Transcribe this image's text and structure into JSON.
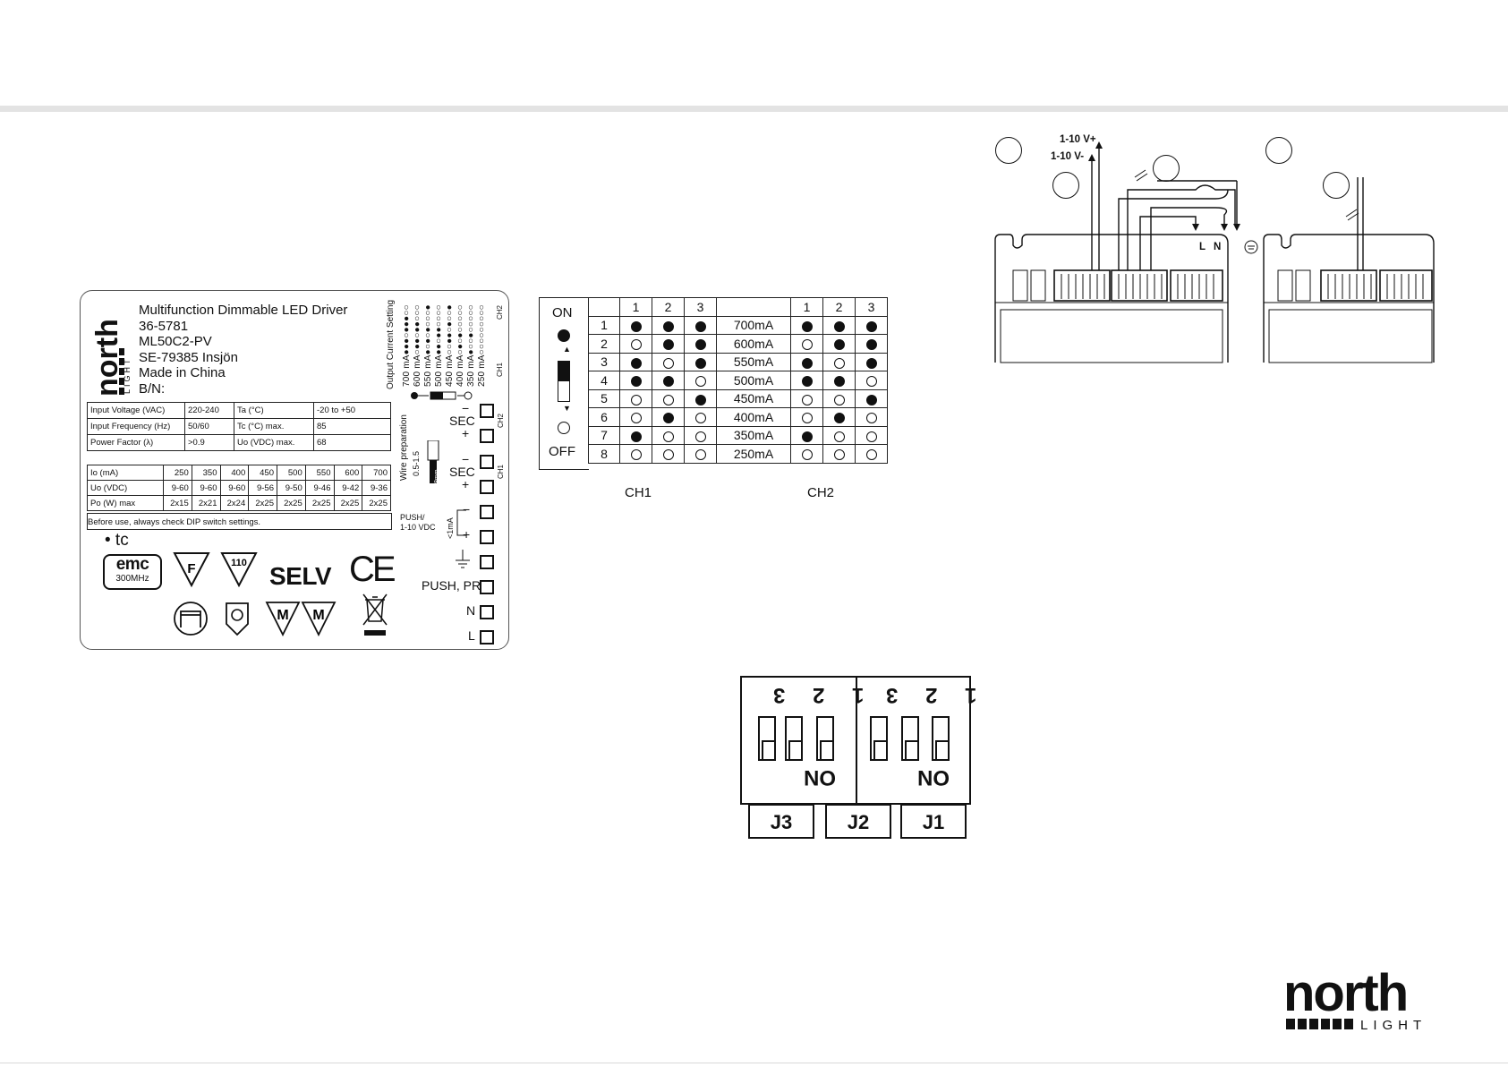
{
  "label": {
    "product_lines": [
      "Multifunction Dimmable LED Driver",
      "36-5781",
      "ML50C2-PV",
      "SE-79385 Insjön",
      "Made in China",
      "B/N:"
    ],
    "brand": "north",
    "brand_sub": "LIGHT",
    "spec_table": [
      [
        "Input Voltage (VAC)",
        "220-240",
        "Ta (°C)",
        "-20 to +50"
      ],
      [
        "Input Frequency (Hz)",
        "50/60",
        "Tc (°C) max.",
        "85"
      ],
      [
        "Power Factor (λ)",
        ">0.9",
        "Uo (VDC) max.",
        "68"
      ]
    ],
    "output_table": {
      "rows": [
        [
          "Io (mA)",
          "250",
          "350",
          "400",
          "450",
          "500",
          "550",
          "600",
          "700"
        ],
        [
          "Uo (VDC)",
          "9-60",
          "9-60",
          "9-60",
          "9-56",
          "9-50",
          "9-46",
          "9-42",
          "9-36"
        ],
        [
          "Po (W) max",
          "2x15",
          "2x21",
          "2x24",
          "2x25",
          "2x25",
          "2x25",
          "2x25",
          "2x25"
        ]
      ]
    },
    "note": "Before use, always check DIP switch settings.",
    "tc": "• tc",
    "emc_top": "emc",
    "emc_bottom": "300MHz",
    "selv": "SELV",
    "ce": "CE",
    "symbol_f": "F",
    "symbol_110": "110",
    "symbol_m": "M",
    "output_current_title": "Output Current Setting",
    "current_rows": [
      {
        "pattern": "●●●○●●●○○",
        "label": "700 mA"
      },
      {
        "pattern": "○●●○●●○○○",
        "label": "600 mA"
      },
      {
        "pattern": "●○●○●○○○●",
        "label": "550 mA"
      },
      {
        "pattern": "●●○●●○○○○",
        "label": "500 mA"
      },
      {
        "pattern": "○○●●○●○○●",
        "label": "450 mA"
      },
      {
        "pattern": "○●○●○○○○○",
        "label": "400 mA"
      },
      {
        "pattern": "●○○●○○○○○",
        "label": "350 mA"
      },
      {
        "pattern": "○○○○○○○○○",
        "label": "250 mA"
      }
    ],
    "ch_labels": {
      "ch2": "CH2",
      "ch1": "CH1",
      "idx": "1 2 3"
    },
    "wire_prep": "Wire preparation",
    "wire_size": "0.5-1.5",
    "strip_len": "8mm",
    "terminals": {
      "sec": "SEC",
      "minus": "−",
      "plus": "+",
      "push_1_10": "PUSH/\n1-10 VDC",
      "lt1ma": "<1mA",
      "push_pr": "PUSH, PR",
      "n": "N",
      "l": "L",
      "ch2": "CH2",
      "ch1": "CH1"
    }
  },
  "dip": {
    "on_label": "ON",
    "off_label": "OFF",
    "col_headers": [
      "1",
      "2",
      "3"
    ],
    "rows": [
      {
        "n": "1",
        "ch1": [
          1,
          1,
          1
        ],
        "current": "700mA",
        "ch2": [
          1,
          1,
          1
        ]
      },
      {
        "n": "2",
        "ch1": [
          0,
          1,
          1
        ],
        "current": "600mA",
        "ch2": [
          0,
          1,
          1
        ]
      },
      {
        "n": "3",
        "ch1": [
          1,
          0,
          1
        ],
        "current": "550mA",
        "ch2": [
          1,
          0,
          1
        ]
      },
      {
        "n": "4",
        "ch1": [
          1,
          1,
          0
        ],
        "current": "500mA",
        "ch2": [
          1,
          1,
          0
        ]
      },
      {
        "n": "5",
        "ch1": [
          0,
          0,
          1
        ],
        "current": "450mA",
        "ch2": [
          0,
          0,
          1
        ]
      },
      {
        "n": "6",
        "ch1": [
          0,
          1,
          0
        ],
        "current": "400mA",
        "ch2": [
          0,
          1,
          0
        ]
      },
      {
        "n": "7",
        "ch1": [
          1,
          0,
          0
        ],
        "current": "350mA",
        "ch2": [
          1,
          0,
          0
        ]
      },
      {
        "n": "8",
        "ch1": [
          0,
          0,
          0
        ],
        "current": "250mA",
        "ch2": [
          0,
          0,
          0
        ]
      }
    ],
    "ch1_label": "CH1",
    "ch2_label": "CH2"
  },
  "wiring": {
    "v_plus": "1-10 V+",
    "v_minus": "1-10 V-",
    "l": "L",
    "n": "N"
  },
  "jumpers": {
    "groups": [
      {
        "numbers": "1 2 3",
        "on": "ON"
      },
      {
        "numbers": "1 2 3",
        "on": "ON"
      }
    ],
    "labels": [
      "J3",
      "J2",
      "J1"
    ]
  },
  "footer_logo": {
    "brand": "north",
    "sub": "LIGHT"
  }
}
